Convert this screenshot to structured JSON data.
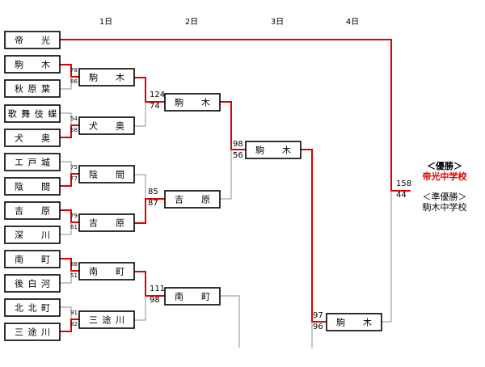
{
  "days": [
    "1日",
    "2日",
    "3日",
    "4日"
  ],
  "teams": [
    "帝光",
    "駒木",
    "秋原葉",
    "歌舞伎蝶",
    "犬奥",
    "エ戸城",
    "陰間",
    "吉原",
    "深川",
    "南町",
    "後白河",
    "北北町",
    "三途川"
  ],
  "matches": [
    {
      "id": "r1-m1",
      "top": "駒木",
      "bottom": "秋原葉",
      "score_top": "78",
      "score_bottom": "66",
      "winner": "駒木"
    },
    {
      "id": "r1-m2",
      "top": "歌舞伎蝶",
      "bottom": "犬奥",
      "score_top": "54",
      "score_bottom": "58",
      "winner": "犬奥"
    },
    {
      "id": "r1-m3",
      "top": "エ戸城",
      "bottom": "陰間",
      "score_top": "75",
      "score_bottom": "77",
      "winner": "陰間"
    },
    {
      "id": "r1-m4",
      "top": "吉原",
      "bottom": "深川",
      "score_top": "79",
      "score_bottom": "61",
      "winner": "吉原"
    },
    {
      "id": "r1-m5",
      "top": "南町",
      "bottom": "後白河",
      "score_top": "88",
      "score_bottom": "51",
      "winner": "南町"
    },
    {
      "id": "r1-m6",
      "top": "北北町",
      "bottom": "三途川",
      "score_top": "91",
      "score_bottom": "92",
      "winner": "三途川"
    },
    {
      "id": "r2-m1",
      "top": "駒木",
      "bottom": "犬奥",
      "score_top": "124",
      "score_bottom": "74",
      "winner": "駒木"
    },
    {
      "id": "r2-m2",
      "top": "陰間",
      "bottom": "吉原",
      "score_top": "85",
      "score_bottom": "87",
      "winner": "吉原"
    },
    {
      "id": "r2-m3",
      "top": "南町",
      "bottom": "三途川",
      "score_top": "111",
      "score_bottom": "98",
      "winner": "南町"
    },
    {
      "id": "r3-m1",
      "top": "駒木",
      "bottom": "吉原",
      "score_top": "98",
      "score_bottom": "56",
      "winner": "駒木"
    },
    {
      "id": "r4-m1",
      "top": "駒木",
      "bottom": "南町",
      "score_top": "97",
      "score_bottom": "96",
      "winner": "駒木"
    },
    {
      "id": "final",
      "top": "帝光",
      "bottom": "駒木",
      "score_top": "158",
      "score_bottom": "44",
      "winner": "帝光"
    }
  ],
  "result": {
    "champion_title": "＜優勝＞",
    "champion": "帝光中学校",
    "runner_up_title": "＜準優勝＞",
    "runner_up": "駒木中学校"
  },
  "colors": {
    "winner_line": "#e00000",
    "loser_line": "#8c8c8c",
    "box_border": "#000000"
  }
}
